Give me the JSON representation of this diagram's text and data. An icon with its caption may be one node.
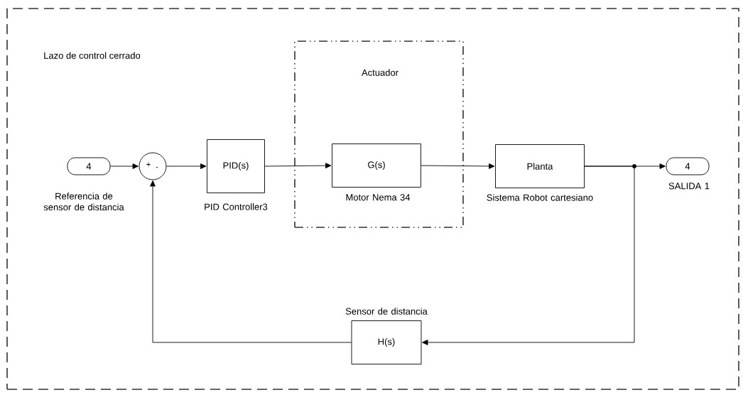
{
  "diagram": {
    "nodes": [
      {
        "text": [
          "Lazo de control cerrado"
        ]
      },
      {
        "text": [
          "Actuador"
        ],
        "in": 0
      },
      {
        "text": [
          "4"
        ],
        "beside": [
          "Referencia de sensor de distancia"
        ],
        "in": 0
      },
      {
        "text": [
          "+",
          "-"
        ],
        "in": 0
      },
      {
        "text": [
          "PID(s)"
        ],
        "beside": [
          "PID Controller3"
        ],
        "in": 0
      },
      {
        "text": [
          "G(s)"
        ],
        "beside": [
          "Motor Nema 34"
        ],
        "in": 1
      },
      {
        "text": [
          "Planta"
        ],
        "beside": [
          "Sistema Robot cartesiano"
        ],
        "in": 0
      },
      {
        "text": [
          "4"
        ],
        "beside": [
          "SALIDA 1"
        ],
        "in": 0
      },
      {
        "text": [
          "H(s)"
        ],
        "beside": [
          "Sensor de distancia"
        ],
        "in": 0
      }
    ],
    "edges": [
      {
        "from": 2,
        "to": 3,
        "arrow": "to"
      },
      {
        "from": 3,
        "to": 4,
        "arrow": "to"
      },
      {
        "from": 4,
        "to": 5,
        "arrow": "to"
      },
      {
        "from": 5,
        "to": 6,
        "arrow": "to"
      },
      {
        "from": 6,
        "to": 7,
        "arrow": "to"
      },
      {
        "from": 6,
        "to": 8,
        "arrow": "to"
      },
      {
        "from": 8,
        "to": 3,
        "arrow": "to"
      }
    ]
  }
}
